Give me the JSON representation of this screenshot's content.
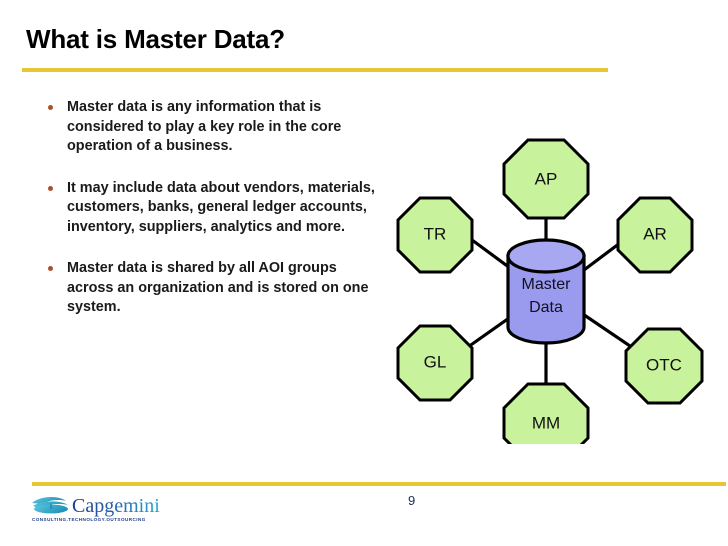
{
  "slide": {
    "title": "What is Master Data?",
    "page_number": "9",
    "accent_color": "#e7c634",
    "background_color": "#ffffff",
    "title_color": "#000000",
    "bullet_marker_color": "#a9502c",
    "page_number_color": "#1f2a5a"
  },
  "bullets": [
    {
      "text": "Master data is any information that is considered to play a key role in the core operation of a business."
    },
    {
      "text": "It may include data about vendors, materials, customers, banks, general ledger accounts, inventory, suppliers, analytics and more."
    },
    {
      "text": "Master data is shared by all AOI groups across an organization and is stored on one system."
    }
  ],
  "diagram": {
    "type": "hub-and-spoke",
    "hub": {
      "label_line1": "Master",
      "label_line2": "Data",
      "shape": "cylinder",
      "fill_color": "#9a9aee",
      "stroke_color": "#000000"
    },
    "node_shape": "octagon",
    "node_fill_color": "#c9f29c",
    "node_stroke_color": "#000000",
    "nodes": [
      {
        "label": "AP",
        "position": "top"
      },
      {
        "label": "TR",
        "position": "upper-left"
      },
      {
        "label": "AR",
        "position": "upper-right"
      },
      {
        "label": "GL",
        "position": "lower-left"
      },
      {
        "label": "OTC",
        "position": "lower-right"
      },
      {
        "label": "MM",
        "position": "bottom"
      }
    ]
  },
  "footer": {
    "logo_wordmark": "Capgemini",
    "logo_tagline": "CONSULTING.TECHNOLOGY.OUTSOURCING",
    "logo_mark_color": "#2aa9c9",
    "logo_wordmark_color": "#1d3c8c"
  }
}
